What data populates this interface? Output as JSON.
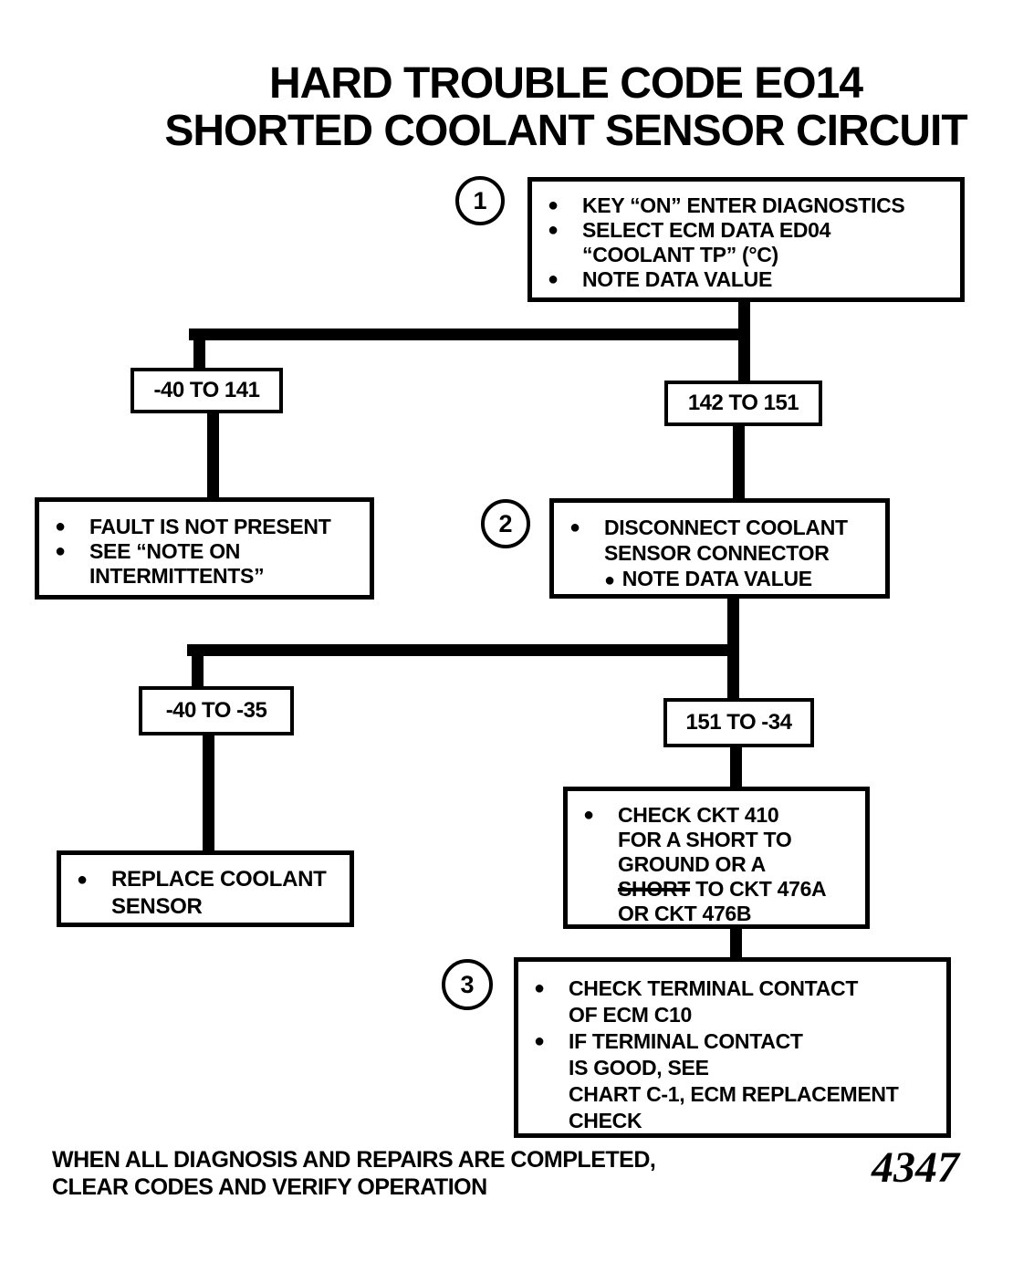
{
  "glyphs": {
    "bullet": "●"
  },
  "title": {
    "line1": "HARD TROUBLE CODE EO14",
    "line2": "SHORTED COOLANT SENSOR CIRCUIT"
  },
  "flowchart": {
    "step1": {
      "number": "1",
      "item1": "KEY “ON” ENTER DIAGNOSTICS",
      "item2_line1": "SELECT ECM DATA ED04",
      "item2_line2": "“COOLANT TP” (°C)",
      "item3": "NOTE DATA VALUE"
    },
    "branch1": {
      "left_range": "-40 TO 141",
      "right_range": "142 TO 151"
    },
    "fault_not_present": {
      "item1": "FAULT IS NOT PRESENT",
      "item2_line1": "SEE “NOTE ON",
      "item2_line2": "INTERMITTENTS”"
    },
    "step2": {
      "number": "2",
      "item1_line1": "DISCONNECT COOLANT",
      "item1_line2": "SENSOR CONNECTOR",
      "item2": "NOTE DATA VALUE"
    },
    "branch2": {
      "left_range": "-40 TO -35",
      "right_range": "151 TO -34"
    },
    "replace_sensor": {
      "item1_line1": "REPLACE COOLANT",
      "item1_line2": "SENSOR"
    },
    "check_ckt": {
      "line1": "CHECK CKT 410",
      "line2": "FOR A SHORT TO",
      "line3": "GROUND OR A",
      "line4_struck": "SHORT",
      "line4_rest": "TO CKT 476A",
      "line5": "OR CKT 476B"
    },
    "step3": {
      "number": "3",
      "item1_line1": "CHECK TERMINAL CONTACT",
      "item1_line2": "OF ECM C10",
      "item2_line1": "IF TERMINAL CONTACT",
      "item2_line2": "IS GOOD, SEE",
      "item2_line3": "CHART C-1, ECM REPLACEMENT",
      "item2_line4": "CHECK"
    }
  },
  "footer": {
    "note_line1": "WHEN ALL DIAGNOSIS AND REPAIRS ARE COMPLETED,",
    "note_line2": "CLEAR CODES AND VERIFY OPERATION",
    "figure_number": "4347"
  },
  "colors": {
    "ink": "#000000",
    "paper": "#ffffff"
  }
}
